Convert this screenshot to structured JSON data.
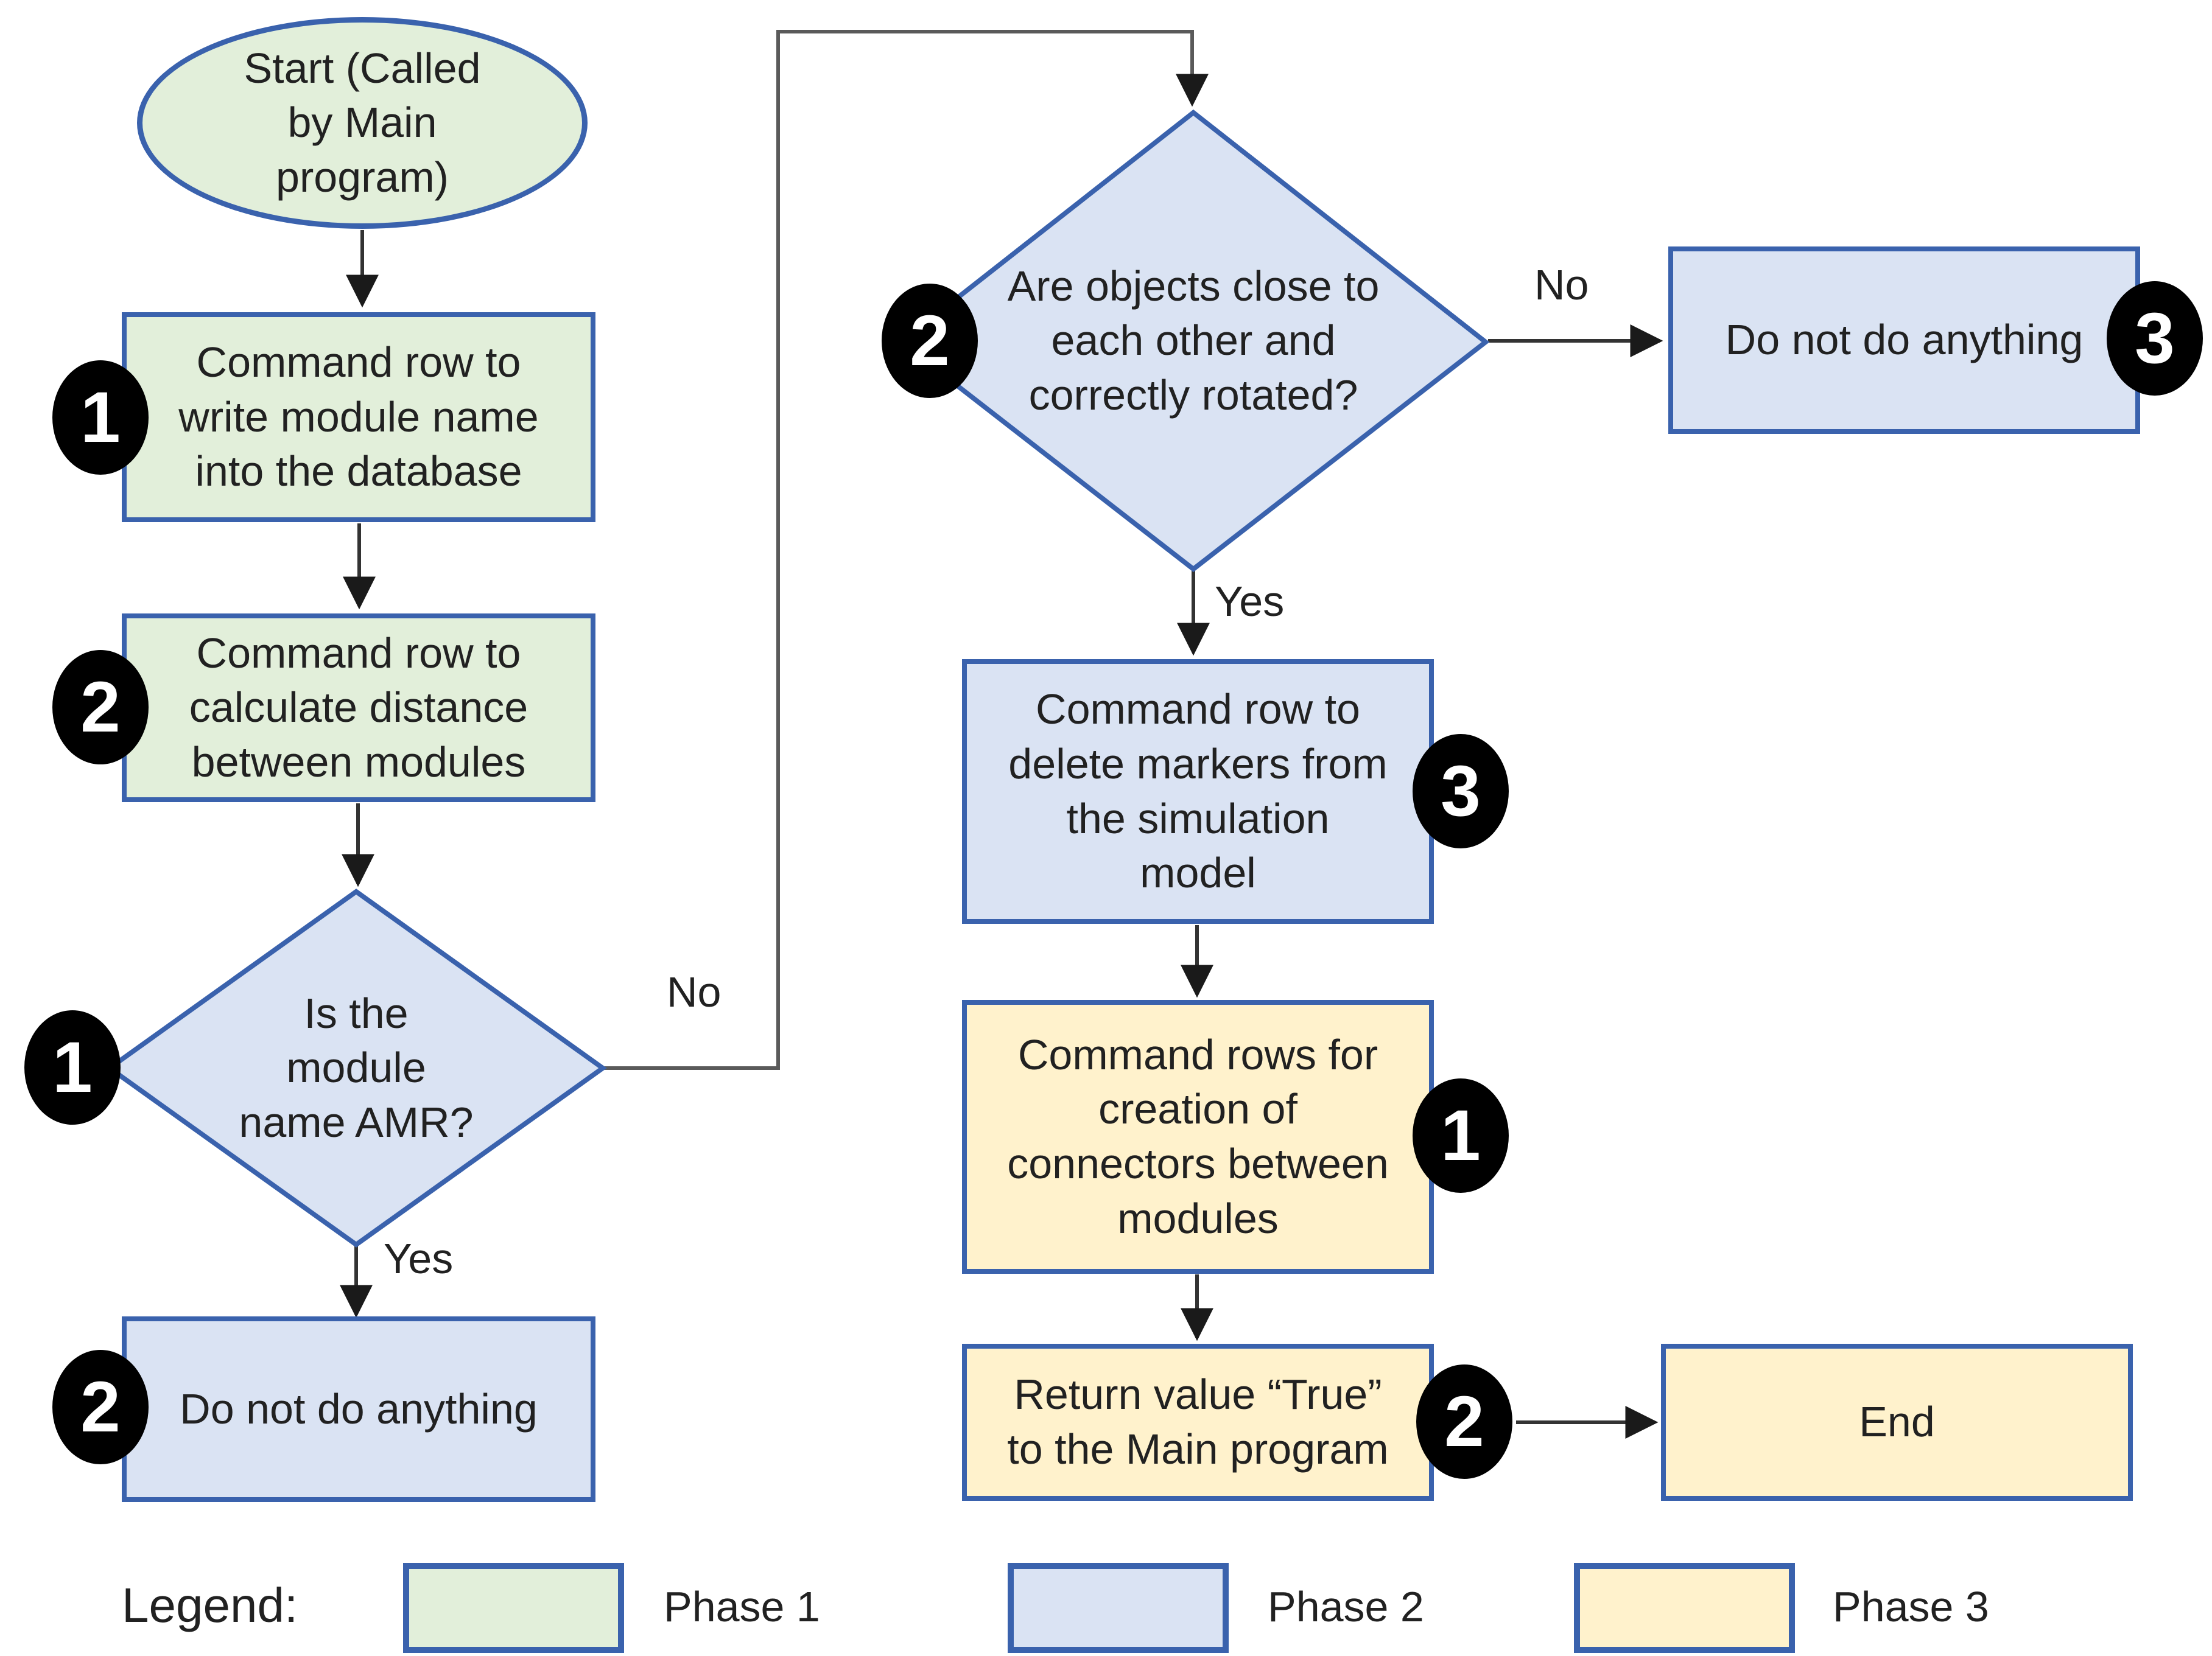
{
  "colors": {
    "phase1_fill": "#e2efda",
    "phase2_fill": "#dae3f3",
    "phase3_fill": "#fff2cc",
    "node_border": "#3a62ad",
    "connector_line": "#4d4d4d",
    "arrowhead": "#1a1a1a",
    "badge_background": "#000000",
    "badge_text": "#ffffff",
    "page_background": "#ffffff"
  },
  "nodes": {
    "start": {
      "text": "Start (Called by Main program)",
      "phase": 1
    },
    "write_module": {
      "text": "Command row to write module name into the database",
      "badge": "1",
      "phase": 1
    },
    "calc_distance": {
      "text": "Command row to calculate distance between modules",
      "badge": "2",
      "phase": 1
    },
    "is_amr": {
      "text": "Is the module name AMR?",
      "badge": "1",
      "phase": 2
    },
    "do_nothing_left": {
      "text": "Do not do anything",
      "badge": "2",
      "phase": 2
    },
    "objects_close": {
      "text": "Are objects close to each other and correctly rotated?",
      "badge": "2",
      "phase": 2
    },
    "do_nothing_right": {
      "text": "Do not do anything",
      "badge": "3",
      "phase": 2
    },
    "delete_markers": {
      "text": "Command row to delete markers from the simulation model",
      "badge": "3",
      "phase": 2
    },
    "create_connectors": {
      "text": "Command rows for creation of connectors between modules",
      "badge": "1",
      "phase": 3
    },
    "return_true": {
      "text": "Return value “True” to the Main program",
      "badge": "2",
      "phase": 3
    },
    "end": {
      "text": "End",
      "phase": 3
    }
  },
  "edge_labels": {
    "yes_amr": "Yes",
    "no_amr": "No",
    "yes_close": "Yes",
    "no_close": "No"
  },
  "legend": {
    "title": "Legend:",
    "items": [
      {
        "label": "Phase 1",
        "fill": "#e2efda"
      },
      {
        "label": "Phase 2",
        "fill": "#dae3f3"
      },
      {
        "label": "Phase 3",
        "fill": "#fff2cc"
      }
    ]
  }
}
